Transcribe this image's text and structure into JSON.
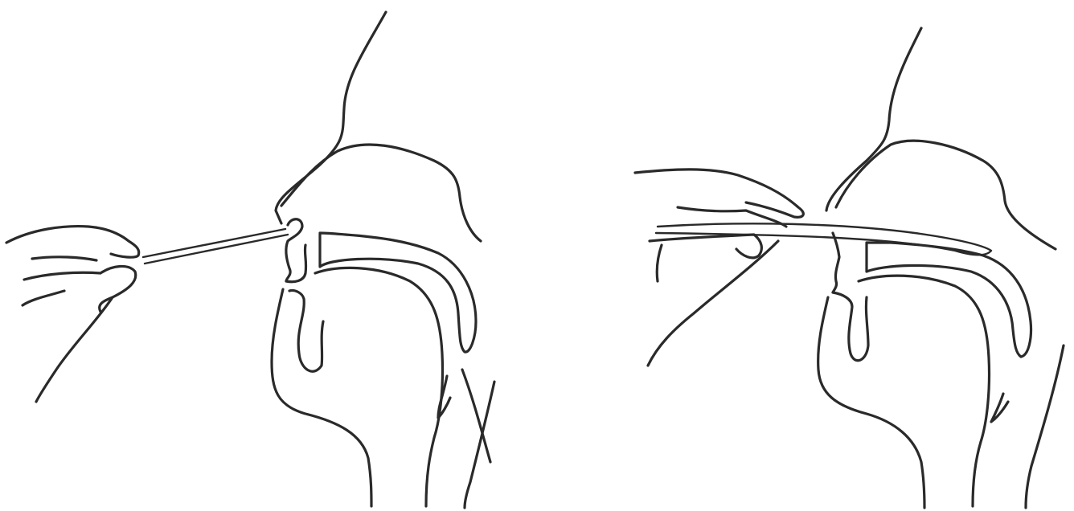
{
  "figure": {
    "panels": [
      {
        "id": "left",
        "subject": "swab-at-nostril"
      },
      {
        "id": "right",
        "subject": "swab-inserted-to-nasopharynx"
      }
    ],
    "line_color": "#2a2a2a",
    "background": "#ffffff"
  }
}
